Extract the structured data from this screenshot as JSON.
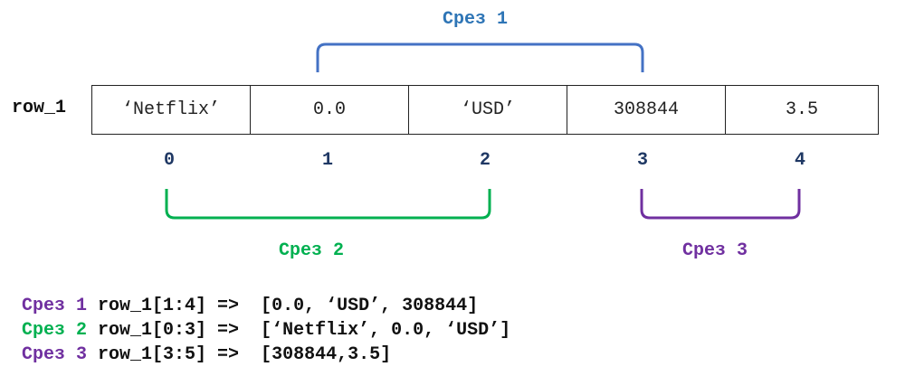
{
  "row_label": "row_1",
  "cells": [
    "‘Netflix’",
    "0.0",
    "‘USD’",
    "308844",
    "3.5"
  ],
  "indices": [
    "0",
    "1",
    "2",
    "3",
    "4"
  ],
  "slices": [
    {
      "label": "Срез 1",
      "color": "#2e75b6"
    },
    {
      "label": "Срез 2",
      "color": "#00b050"
    },
    {
      "label": "Срез 3",
      "color": "#7030a0"
    }
  ],
  "code_lines": [
    {
      "tag": "Срез 1",
      "tag_color": "#7030a0",
      "code": "row_1[1:4] =>  [0.0, ‘USD’, 308844]"
    },
    {
      "tag": "Срез 2",
      "tag_color": "#00b050",
      "code": "row_1[0:3] =>  [‘Netflix’, 0.0, ‘USD’]"
    },
    {
      "tag": "Срез 3",
      "tag_color": "#7030a0",
      "code": "row_1[3:5] =>  [308844,3.5]"
    }
  ]
}
